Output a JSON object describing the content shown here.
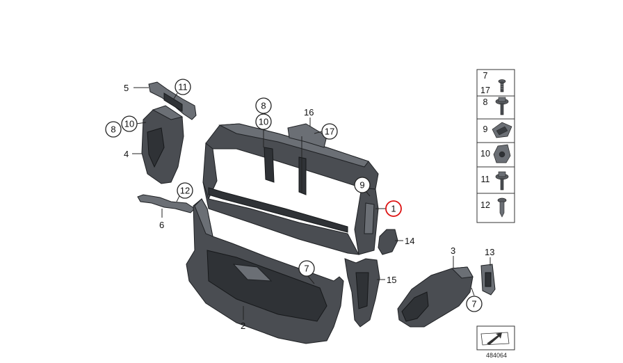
{
  "callouts": [
    {
      "text": "5",
      "style": "plain"
    },
    {
      "text": "11",
      "style": "circle"
    },
    {
      "text": "8",
      "style": "circle"
    },
    {
      "text": "10",
      "style": "circle"
    },
    {
      "text": "4",
      "style": "plain"
    },
    {
      "text": "8",
      "style": "circle"
    },
    {
      "text": "10",
      "style": "circle"
    },
    {
      "text": "16",
      "style": "plain"
    },
    {
      "text": "17",
      "style": "circle"
    },
    {
      "text": "9",
      "style": "circle"
    },
    {
      "text": "1",
      "style": "circle-highlight"
    },
    {
      "text": "12",
      "style": "circle"
    },
    {
      "text": "6",
      "style": "plain"
    },
    {
      "text": "14",
      "style": "plain"
    },
    {
      "text": "7",
      "style": "circle"
    },
    {
      "text": "15",
      "style": "plain"
    },
    {
      "text": "3",
      "style": "plain"
    },
    {
      "text": "13",
      "style": "plain"
    },
    {
      "text": "7",
      "style": "circle"
    },
    {
      "text": "2",
      "style": "plain"
    }
  ],
  "hardware_table": {
    "rows": [
      {
        "labels": [
          "7",
          "17"
        ],
        "icon": "screw-icon"
      },
      {
        "labels": [
          "8"
        ],
        "icon": "hex-collar-screw-icon"
      },
      {
        "labels": [
          "9"
        ],
        "icon": "spring-nut-icon"
      },
      {
        "labels": [
          "10"
        ],
        "icon": "clip-nut-icon"
      },
      {
        "labels": [
          "11"
        ],
        "icon": "washer-screw-icon"
      },
      {
        "labels": [
          "12"
        ],
        "icon": "expanding-rivet-icon"
      }
    ]
  },
  "reference": {
    "number": "484064",
    "icon": "diagram-arrow-icon"
  },
  "colors": {
    "part": "#4a4d52",
    "outline": "#1e2023",
    "highlight": "#dd1111"
  }
}
